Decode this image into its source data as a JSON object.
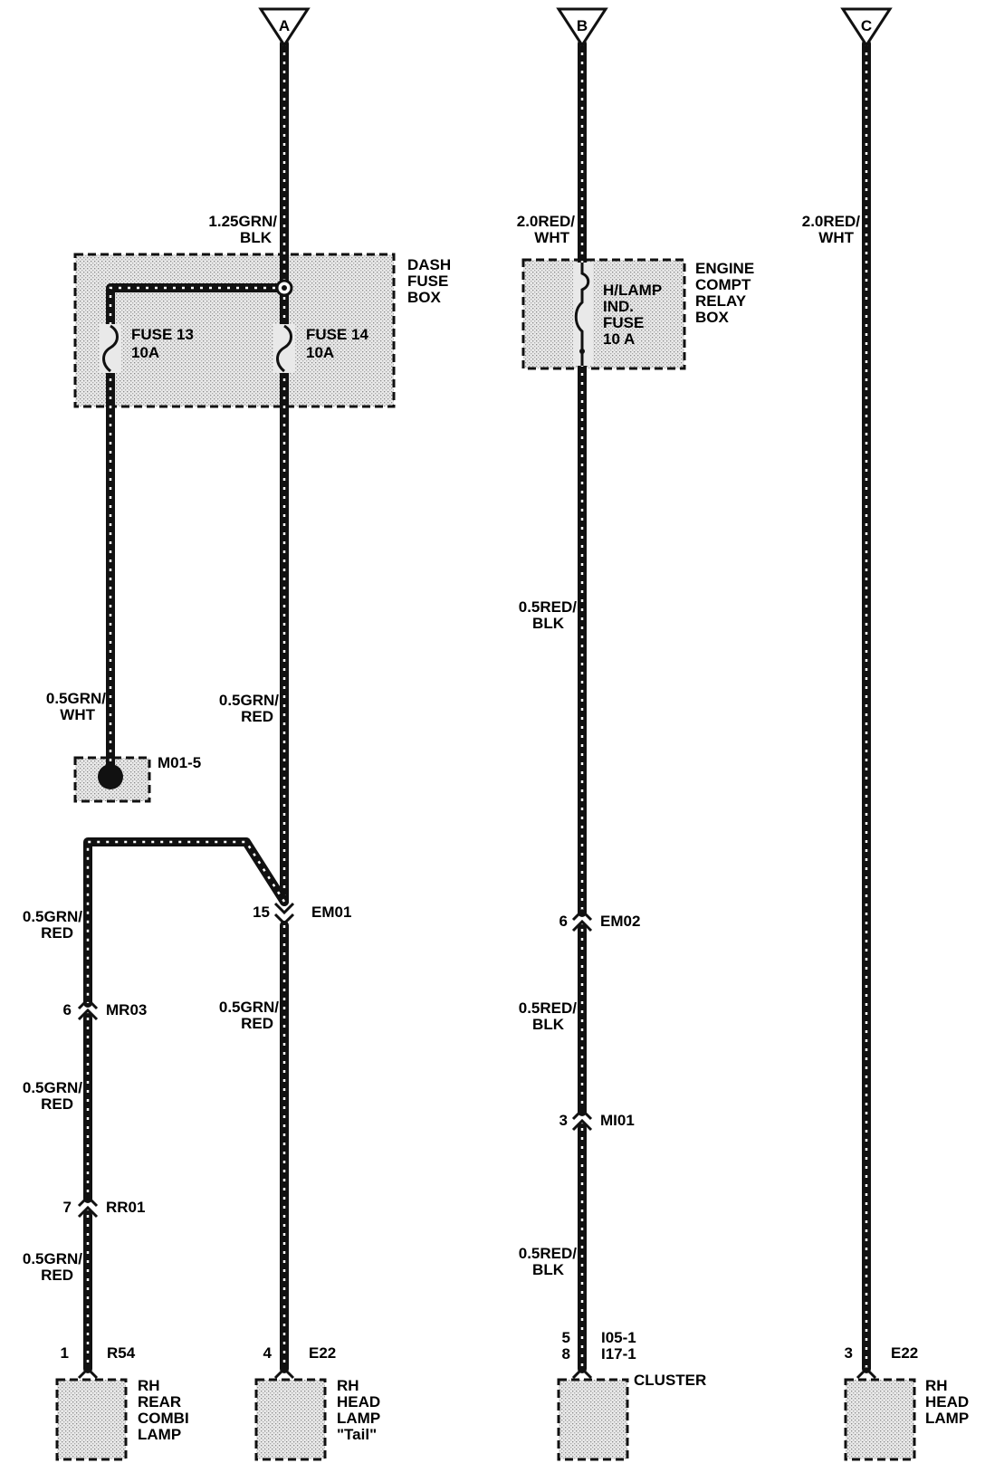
{
  "connectors_top": [
    {
      "id": "a",
      "label": "A"
    },
    {
      "id": "b",
      "label": "B"
    },
    {
      "id": "c",
      "label": "C"
    }
  ],
  "boxes": {
    "dash_fuse_box": {
      "line1": "DASH",
      "line2": "FUSE",
      "line3": "BOX"
    },
    "engine_relay_box": {
      "line1": "ENGINE",
      "line2": "COMPT",
      "line3": "RELAY",
      "line4": "BOX"
    }
  },
  "fuses": {
    "fuse13": {
      "name": "FUSE 13",
      "rating": "10A"
    },
    "fuse14": {
      "name": "FUSE 14",
      "rating": "10A"
    },
    "hlamp": {
      "line1": "H/LAMP",
      "line2": "IND.",
      "line3": "FUSE",
      "rating": "10 A"
    }
  },
  "wire_labels": {
    "a_top": {
      "l1": "1.25GRN/",
      "l2": "BLK"
    },
    "b_top": {
      "l1": "2.0RED/",
      "l2": "WHT"
    },
    "c_top": {
      "l1": "2.0RED/",
      "l2": "WHT"
    },
    "fuse13_out": {
      "l1": "0.5GRN/",
      "l2": "WHT"
    },
    "fuse14_out": {
      "l1": "0.5GRN/",
      "l2": "RED"
    },
    "b_mid": {
      "l1": "0.5RED/",
      "l2": "BLK"
    },
    "left_1": {
      "l1": "0.5GRN/",
      "l2": "RED"
    },
    "em01_out": {
      "l1": "0.5GRN/",
      "l2": "RED"
    },
    "b_em02_out": {
      "l1": "0.5RED/",
      "l2": "BLK"
    },
    "left_2": {
      "l1": "0.5GRN/",
      "l2": "RED"
    },
    "b_mi01_out": {
      "l1": "0.5RED/",
      "l2": "BLK"
    },
    "left_3": {
      "l1": "0.5GRN/",
      "l2": "RED"
    }
  },
  "ground": {
    "label": "M01-5"
  },
  "inline_connectors": {
    "em01": {
      "pin": "15",
      "name": "EM01"
    },
    "em02": {
      "pin": "6",
      "name": "EM02"
    },
    "mr03": {
      "pin": "6",
      "name": "MR03"
    },
    "mi01": {
      "pin": "3",
      "name": "MI01"
    },
    "rr01": {
      "pin": "7",
      "name": "RR01"
    }
  },
  "components": {
    "rear_combi": {
      "pin": "1",
      "conn": "R54",
      "l1": "RH",
      "l2": "REAR",
      "l3": "COMBI",
      "l4": "LAMP"
    },
    "head_tail": {
      "pin": "4",
      "conn": "E22",
      "l1": "RH",
      "l2": "HEAD",
      "l3": "LAMP",
      "l4": "\"Tail\""
    },
    "cluster": {
      "pin1": "5",
      "pin2": "8",
      "conn1": "I05-1",
      "conn2": "I17-1",
      "l1": "CLUSTER"
    },
    "head_lamp": {
      "pin": "3",
      "conn": "E22",
      "l1": "RH",
      "l2": "HEAD",
      "l3": "LAMP"
    }
  }
}
